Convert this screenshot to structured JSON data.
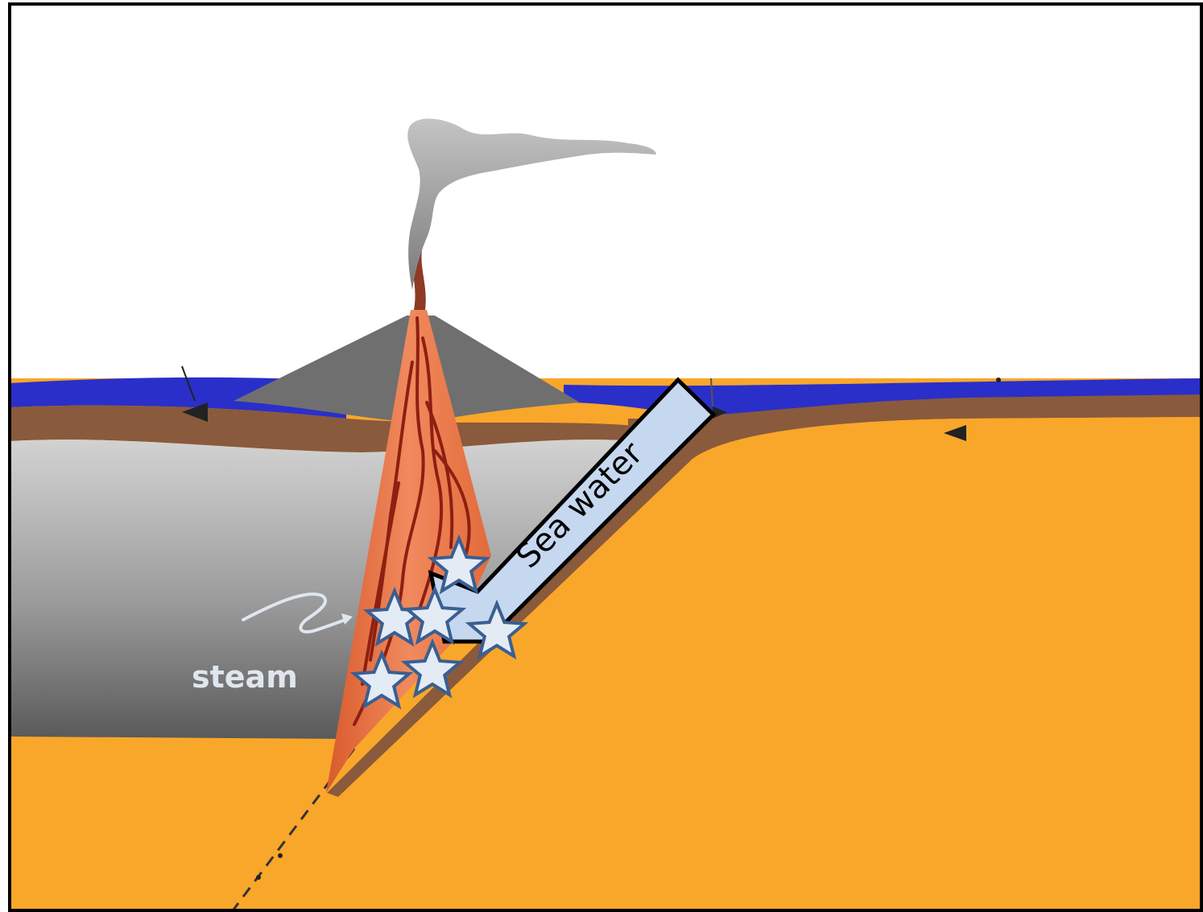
{
  "labels": {
    "sea_water": "Sea water",
    "steam": "steam"
  },
  "colors": {
    "sky": "#ffffff",
    "ocean": "#2a2fc9",
    "crust": "#8a5a3c",
    "mantle": "#f9a72a",
    "magma": "#e86a3c",
    "magma_veins": "#8e1f12",
    "volcano": "#6f6f6f",
    "sea_water_arrow": "#c6d8ef",
    "star_fill": "#e3ebf5",
    "star_stroke": "#3a5f92",
    "smoke": "#a8a8a8"
  },
  "icons": [
    "smoke-plume",
    "star-marker",
    "squiggle-arrow",
    "flow-arrow"
  ]
}
